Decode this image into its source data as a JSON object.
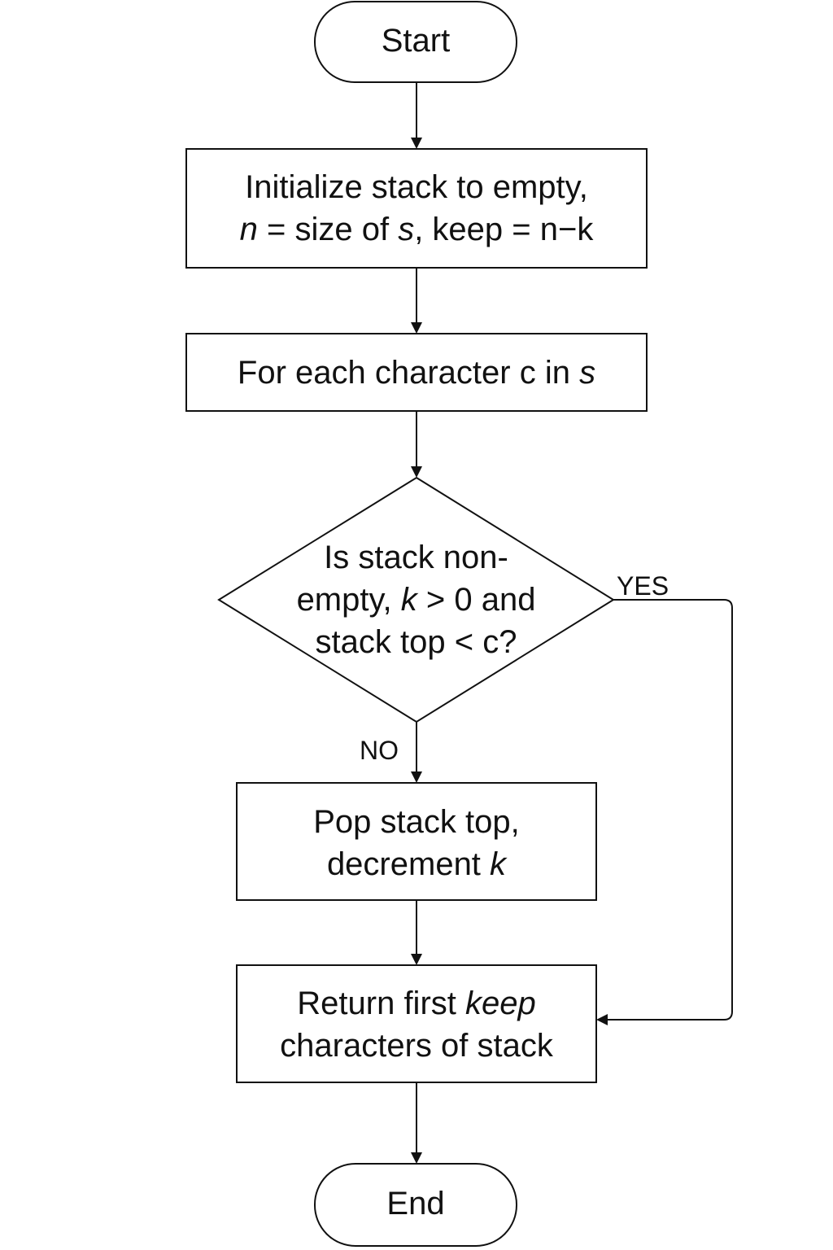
{
  "flowchart": {
    "start": {
      "label": "Start"
    },
    "init": {
      "line1": "Initialize stack to empty,",
      "line2": {
        "n": "n",
        "eq1": " = size of ",
        "s": "s",
        "rest": ", keep = n−k"
      }
    },
    "loop": {
      "text": "For each character c in ",
      "s": "s"
    },
    "decision": {
      "line1": "Is stack non-",
      "line2": {
        "pre": "empty, ",
        "k": "k",
        "post": " > 0 and"
      },
      "line3": "stack top < c?"
    },
    "pop": {
      "line1": "Pop stack top,",
      "line2": {
        "pre": "decrement ",
        "k": "k"
      }
    },
    "ret": {
      "line1": {
        "pre": "Return first ",
        "keep": "keep"
      },
      "line2": "characters of stack"
    },
    "end": {
      "label": "End"
    },
    "edges": {
      "yes_label": "YES",
      "no_label": "NO"
    }
  },
  "colors": {
    "stroke": "#111111",
    "fill": "#ffffff",
    "text": "#111111"
  }
}
